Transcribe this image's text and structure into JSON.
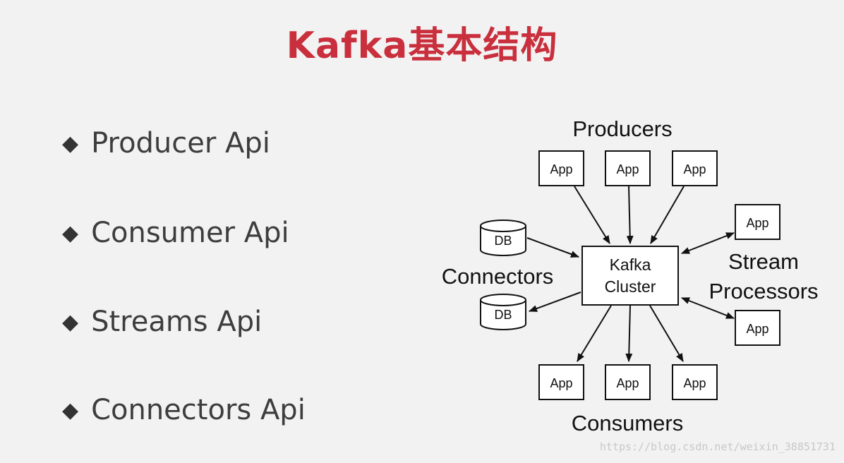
{
  "title": "Kafka基本结构",
  "bullets": [
    {
      "marker": "◆",
      "label": "Producer Api"
    },
    {
      "marker": "◆",
      "label": "Consumer Api"
    },
    {
      "marker": "◆",
      "label": "Streams Api"
    },
    {
      "marker": "◆",
      "label": "Connectors Api"
    }
  ],
  "diagram": {
    "producers_label": "Producers",
    "consumers_label": "Consumers",
    "connectors_label": "Connectors",
    "stream_label_line1": "Stream",
    "stream_label_line2": "Processors",
    "cluster_line1": "Kafka",
    "cluster_line2": "Cluster",
    "app_label": "App",
    "db_label": "DB"
  },
  "watermark": "https://blog.csdn.net/weixin_38851731",
  "colors": {
    "title": "#c92f3c",
    "background": "#f2f2f2"
  }
}
